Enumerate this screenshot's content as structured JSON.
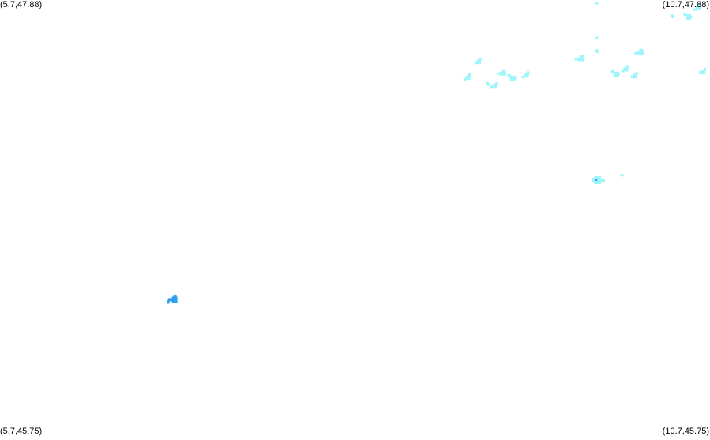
{
  "map": {
    "corners": {
      "top_left": "(5.7,47.88)",
      "top_right": "(10.7,47.88)",
      "bottom_left": "(5.7,45.75)",
      "bottom_right": "(10.7,45.75)"
    },
    "colors": {
      "background": "#ffffff",
      "light_cyan": "#9ef6fb",
      "medium_blue": "#2f9ff0",
      "label": "#000000"
    },
    "blobs": [
      {
        "id": "cluster-a-1",
        "lon": 8.98,
        "lat": 47.51,
        "color_key": "light_cyan"
      },
      {
        "id": "cluster-a-2",
        "lon": 9.06,
        "lat": 47.59,
        "color_key": "light_cyan"
      },
      {
        "id": "cluster-a-3",
        "lon": 9.22,
        "lat": 47.53,
        "color_key": "light_cyan"
      },
      {
        "id": "cluster-a-4",
        "lon": 9.12,
        "lat": 47.48,
        "color_key": "light_cyan"
      },
      {
        "id": "cluster-a-5",
        "lon": 9.29,
        "lat": 47.51,
        "color_key": "light_cyan"
      },
      {
        "id": "cluster-a-6",
        "lon": 9.39,
        "lat": 47.52,
        "color_key": "light_cyan"
      },
      {
        "id": "cluster-a-7",
        "lon": 9.17,
        "lat": 47.47,
        "color_key": "light_cyan"
      },
      {
        "id": "cluster-b-1",
        "lon": 9.77,
        "lat": 47.6,
        "color_key": "light_cyan"
      },
      {
        "id": "cluster-b-2",
        "lon": 9.89,
        "lat": 47.64,
        "color_key": "light_cyan"
      },
      {
        "id": "cluster-b-3",
        "lon": 10.02,
        "lat": 47.53,
        "color_key": "light_cyan"
      },
      {
        "id": "cluster-b-4",
        "lon": 10.09,
        "lat": 47.55,
        "color_key": "light_cyan"
      },
      {
        "id": "cluster-b-5",
        "lon": 10.16,
        "lat": 47.52,
        "color_key": "light_cyan"
      },
      {
        "id": "cluster-b-6",
        "lon": 10.19,
        "lat": 47.63,
        "color_key": "light_cyan"
      },
      {
        "id": "cluster-c-1",
        "lon": 10.42,
        "lat": 47.81,
        "color_key": "light_cyan"
      },
      {
        "id": "cluster-c-2",
        "lon": 10.53,
        "lat": 47.81,
        "color_key": "light_cyan"
      },
      {
        "id": "cluster-c-3",
        "lon": 10.6,
        "lat": 47.85,
        "color_key": "light_cyan"
      },
      {
        "id": "cluster-c-4",
        "lon": 10.64,
        "lat": 47.54,
        "color_key": "light_cyan"
      },
      {
        "id": "isolated-dot-1",
        "lon": 9.89,
        "lat": 47.87,
        "color_key": "light_cyan"
      },
      {
        "id": "isolated-dot-2",
        "lon": 9.89,
        "lat": 47.7,
        "color_key": "light_cyan"
      },
      {
        "id": "central-blob",
        "lon": 9.9,
        "lat": 47.0,
        "color_key": "light_cyan"
      },
      {
        "id": "central-dot",
        "lon": 10.07,
        "lat": 47.03,
        "color_key": "light_cyan"
      },
      {
        "id": "west-blob",
        "lon": 6.91,
        "lat": 46.42,
        "color_key": "medium_blue"
      }
    ]
  }
}
